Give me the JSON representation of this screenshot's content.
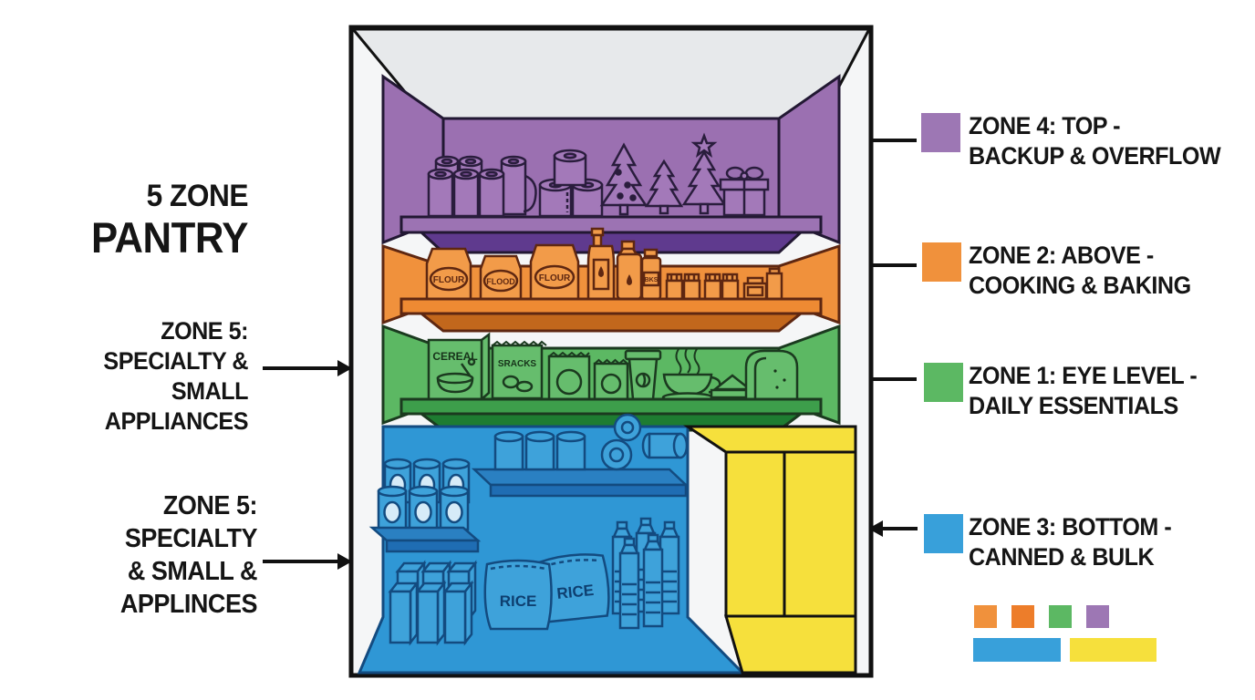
{
  "title": {
    "line1": "5 ZONE",
    "line2": "PANTRY"
  },
  "left_labels": [
    {
      "lines": [
        "ZONE 5:",
        "SPECIALTY & SMALL",
        "APPLIANCES"
      ]
    },
    {
      "lines": [
        "ZONE 5:",
        "SPECIALTY",
        "& SMALL &",
        "APPLINCES"
      ]
    }
  ],
  "right_labels": [
    {
      "swatch_color": "#9d77b4",
      "lines": [
        "ZONE 4: TOP -",
        "BACKUP & OVERFLOW"
      ]
    },
    {
      "swatch_color": "#f0913c",
      "lines": [
        "ZONE 2: ABOVE -",
        "COOKING & BAKING"
      ]
    },
    {
      "swatch_color": "#5cb863",
      "lines": [
        "ZONE 1: EYE LEVEL -",
        "DAILY ESSENTIALS"
      ]
    },
    {
      "swatch_color": "#38a0da",
      "lines": [
        "ZONE 3: BOTTOM -",
        "CANNED & BULK"
      ]
    }
  ],
  "legend": {
    "small_squares": [
      "#f0913c",
      "#ed7d2a",
      "#5cb863",
      "#9d77b4"
    ],
    "wide_bars": [
      "#38a0da",
      "#f6e03c"
    ]
  },
  "pantry": {
    "zone_colors": {
      "purple": "#9b70b1",
      "purple_shelf": "#9c73b3",
      "purple_underside": "#5f3a8e",
      "orange": "#f0913c",
      "orange_shelf": "#ee8a33",
      "orange_underside": "#c2671c",
      "green": "#5cb863",
      "green_shelf": "#3d9e4b",
      "green_underside": "#1e7c31",
      "blue": "#2f97d5",
      "blue_board": "#1f6db3",
      "yellow": "#f6e03c",
      "ceiling": "#e7e9eb"
    },
    "item_labels": {
      "flour_bag_1": "FLOUR",
      "flour_bag_2": "FLOOD",
      "flour_bag_3": "FLOUR",
      "small_bottle": "BKS",
      "cereal_box": "CEREAL",
      "snack_bag": "SRACKS",
      "rice_bag_1": "RICE",
      "rice_bag_2": "RICE"
    }
  }
}
